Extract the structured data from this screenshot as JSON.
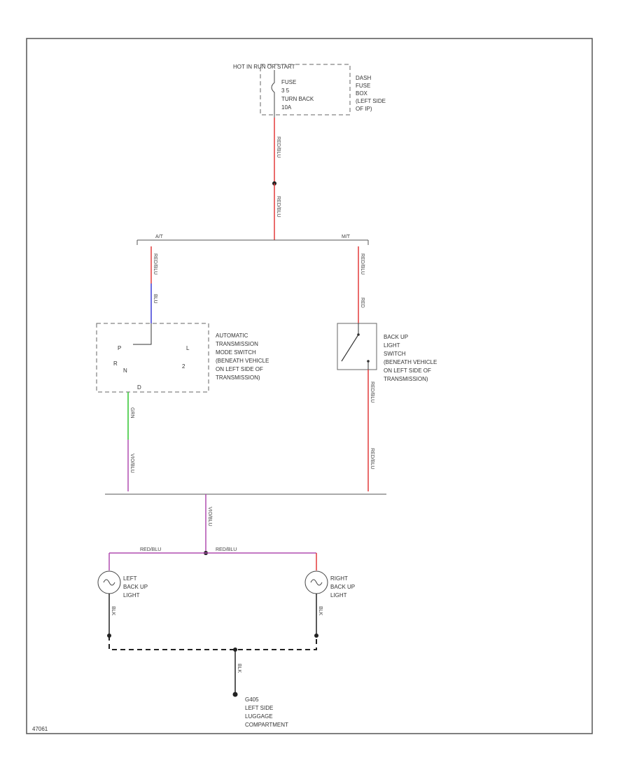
{
  "colors": {
    "red": "#e23a3a",
    "blue": "#3b3bd6",
    "green": "#2ec42e",
    "violet": "#b04cb0",
    "black": "#222222"
  },
  "fuse_box": {
    "power_label": "HOT IN RUN OR START",
    "fuse_label": [
      "FUSE",
      "3 5",
      "TURN BACK",
      "10A"
    ],
    "box_label": [
      "DASH",
      "FUSE",
      "BOX",
      "(LEFT SIDE",
      "OF IP)"
    ]
  },
  "wires": {
    "top_1": "RED/BLU",
    "top_2": "RED/BLU",
    "at_branch": "A/T",
    "mt_branch": "M/T",
    "left_upper": "RED/BLU",
    "right_upper": "RED/BLU",
    "left_mid": "BLU",
    "right_mid": "RED",
    "left_lower_green": "GRN",
    "left_lower_violet": "VIO/BLU",
    "right_lower_1": "RED/BLU",
    "right_lower_2": "RED/BLU",
    "center_down": "VIO/BLU",
    "left_lamp_feed": "RED/BLU",
    "right_lamp_feed": "RED/BLU",
    "left_ground": "BLK",
    "right_ground": "BLK",
    "ground_down": "BLK"
  },
  "switch_at": {
    "label": [
      "AUTOMATIC",
      "TRANSMISSION",
      "MODE SWITCH",
      "(BENEATH VEHICLE",
      "ON LEFT SIDE OF",
      "TRANSMISSION)"
    ],
    "positions": [
      "P",
      "R",
      "N",
      "D",
      "L",
      "2"
    ]
  },
  "switch_mt": {
    "label": [
      "BACK UP",
      "LIGHT",
      "SWITCH",
      "(BENEATH VEHICLE",
      "ON LEFT SIDE OF",
      "TRANSMISSION)"
    ]
  },
  "left_lamp": {
    "label": [
      "LEFT",
      "BACK UP",
      "LIGHT"
    ]
  },
  "right_lamp": {
    "label": [
      "RIGHT",
      "BACK UP",
      "LIGHT"
    ]
  },
  "ground": {
    "label": [
      "G405",
      "LEFT SIDE",
      "LUGGAGE",
      "COMPARTMENT"
    ]
  },
  "footer": {
    "code": "47061"
  }
}
